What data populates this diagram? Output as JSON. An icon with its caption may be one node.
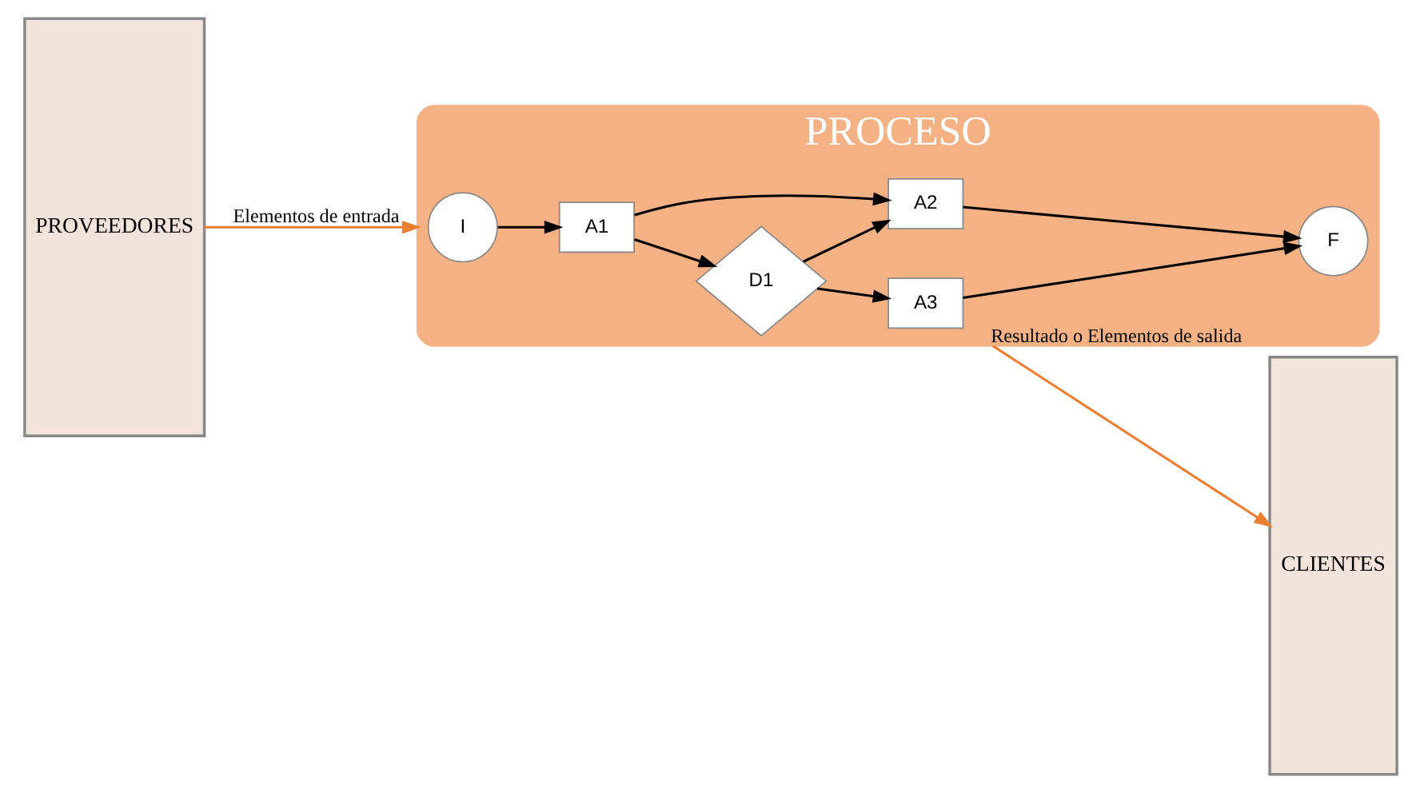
{
  "diagram": {
    "nodes": [
      {
        "text": [
          "PROVEEDORES"
        ]
      },
      {
        "text": [
          "PROCESO"
        ]
      },
      {
        "text": [
          "I"
        ],
        "in": 1
      },
      {
        "text": [
          "A1"
        ],
        "in": 1
      },
      {
        "text": [
          "A2"
        ],
        "in": 1
      },
      {
        "text": [
          "F"
        ],
        "in": 1
      },
      {
        "text": [
          "D1"
        ],
        "in": 1
      },
      {
        "text": [
          "A3"
        ],
        "in": 1
      },
      {
        "text": [
          "CLIENTES"
        ]
      }
    ],
    "edges": [
      {
        "from": 0,
        "to": 1,
        "arrow": "to",
        "label": "Elementos de entrada",
        "color": "#ed7d31"
      },
      {
        "from": 2,
        "to": 3,
        "arrow": "to"
      },
      {
        "from": 3,
        "to": 4,
        "arrow": "to"
      },
      {
        "from": 4,
        "to": 5,
        "arrow": "to"
      },
      {
        "from": 3,
        "to": 6,
        "arrow": "to"
      },
      {
        "from": 6,
        "to": 4,
        "arrow": "to"
      },
      {
        "from": 6,
        "to": 7,
        "arrow": "to"
      },
      {
        "from": 7,
        "to": 5,
        "arrow": "to"
      },
      {
        "from": 1,
        "to": 8,
        "arrow": "to",
        "label": "Resultado o Elementos de salida",
        "color": "#ed7d31"
      }
    ]
  }
}
